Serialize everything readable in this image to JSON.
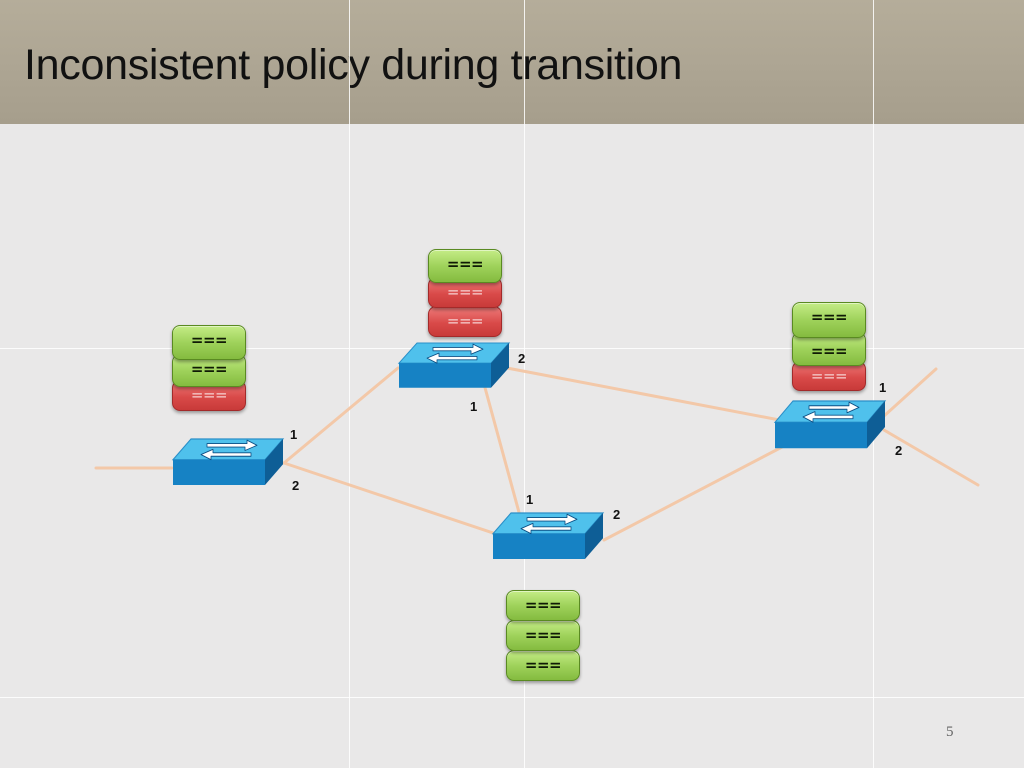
{
  "slide": {
    "title": "Inconsistent policy during transition",
    "number": "5"
  },
  "colors": {
    "header": "#ada593",
    "background": "#e9e8e8",
    "link": "#f3c8a8",
    "switch_top": "#4fc1ec",
    "switch_side": "#1682c4",
    "rule_new": "#9fd25b",
    "rule_old": "#d94a49"
  },
  "switches": [
    {
      "id": "s1",
      "icon": "network-switch-icon",
      "ports": {
        "1": "1",
        "2": "2"
      }
    },
    {
      "id": "s2",
      "icon": "network-switch-icon",
      "ports": {
        "1": "1",
        "2": "2"
      }
    },
    {
      "id": "s3",
      "icon": "network-switch-icon",
      "ports": {
        "1": "1",
        "2": "2"
      }
    },
    {
      "id": "s4",
      "icon": "network-switch-icon",
      "ports": {
        "1": "1",
        "2": "2"
      }
    }
  ],
  "rule_tables": {
    "s1": [
      {
        "text": "===",
        "status": "new"
      },
      {
        "text": "===",
        "status": "new"
      },
      {
        "text": "===",
        "status": "old"
      }
    ],
    "s2": [
      {
        "text": "===",
        "status": "new"
      },
      {
        "text": "===",
        "status": "old"
      },
      {
        "text": "===",
        "status": "old"
      }
    ],
    "s3": [
      {
        "text": "===",
        "status": "new"
      },
      {
        "text": "===",
        "status": "new"
      },
      {
        "text": "===",
        "status": "new"
      }
    ],
    "s4": [
      {
        "text": "===",
        "status": "new"
      },
      {
        "text": "===",
        "status": "new"
      },
      {
        "text": "===",
        "status": "old"
      }
    ]
  }
}
